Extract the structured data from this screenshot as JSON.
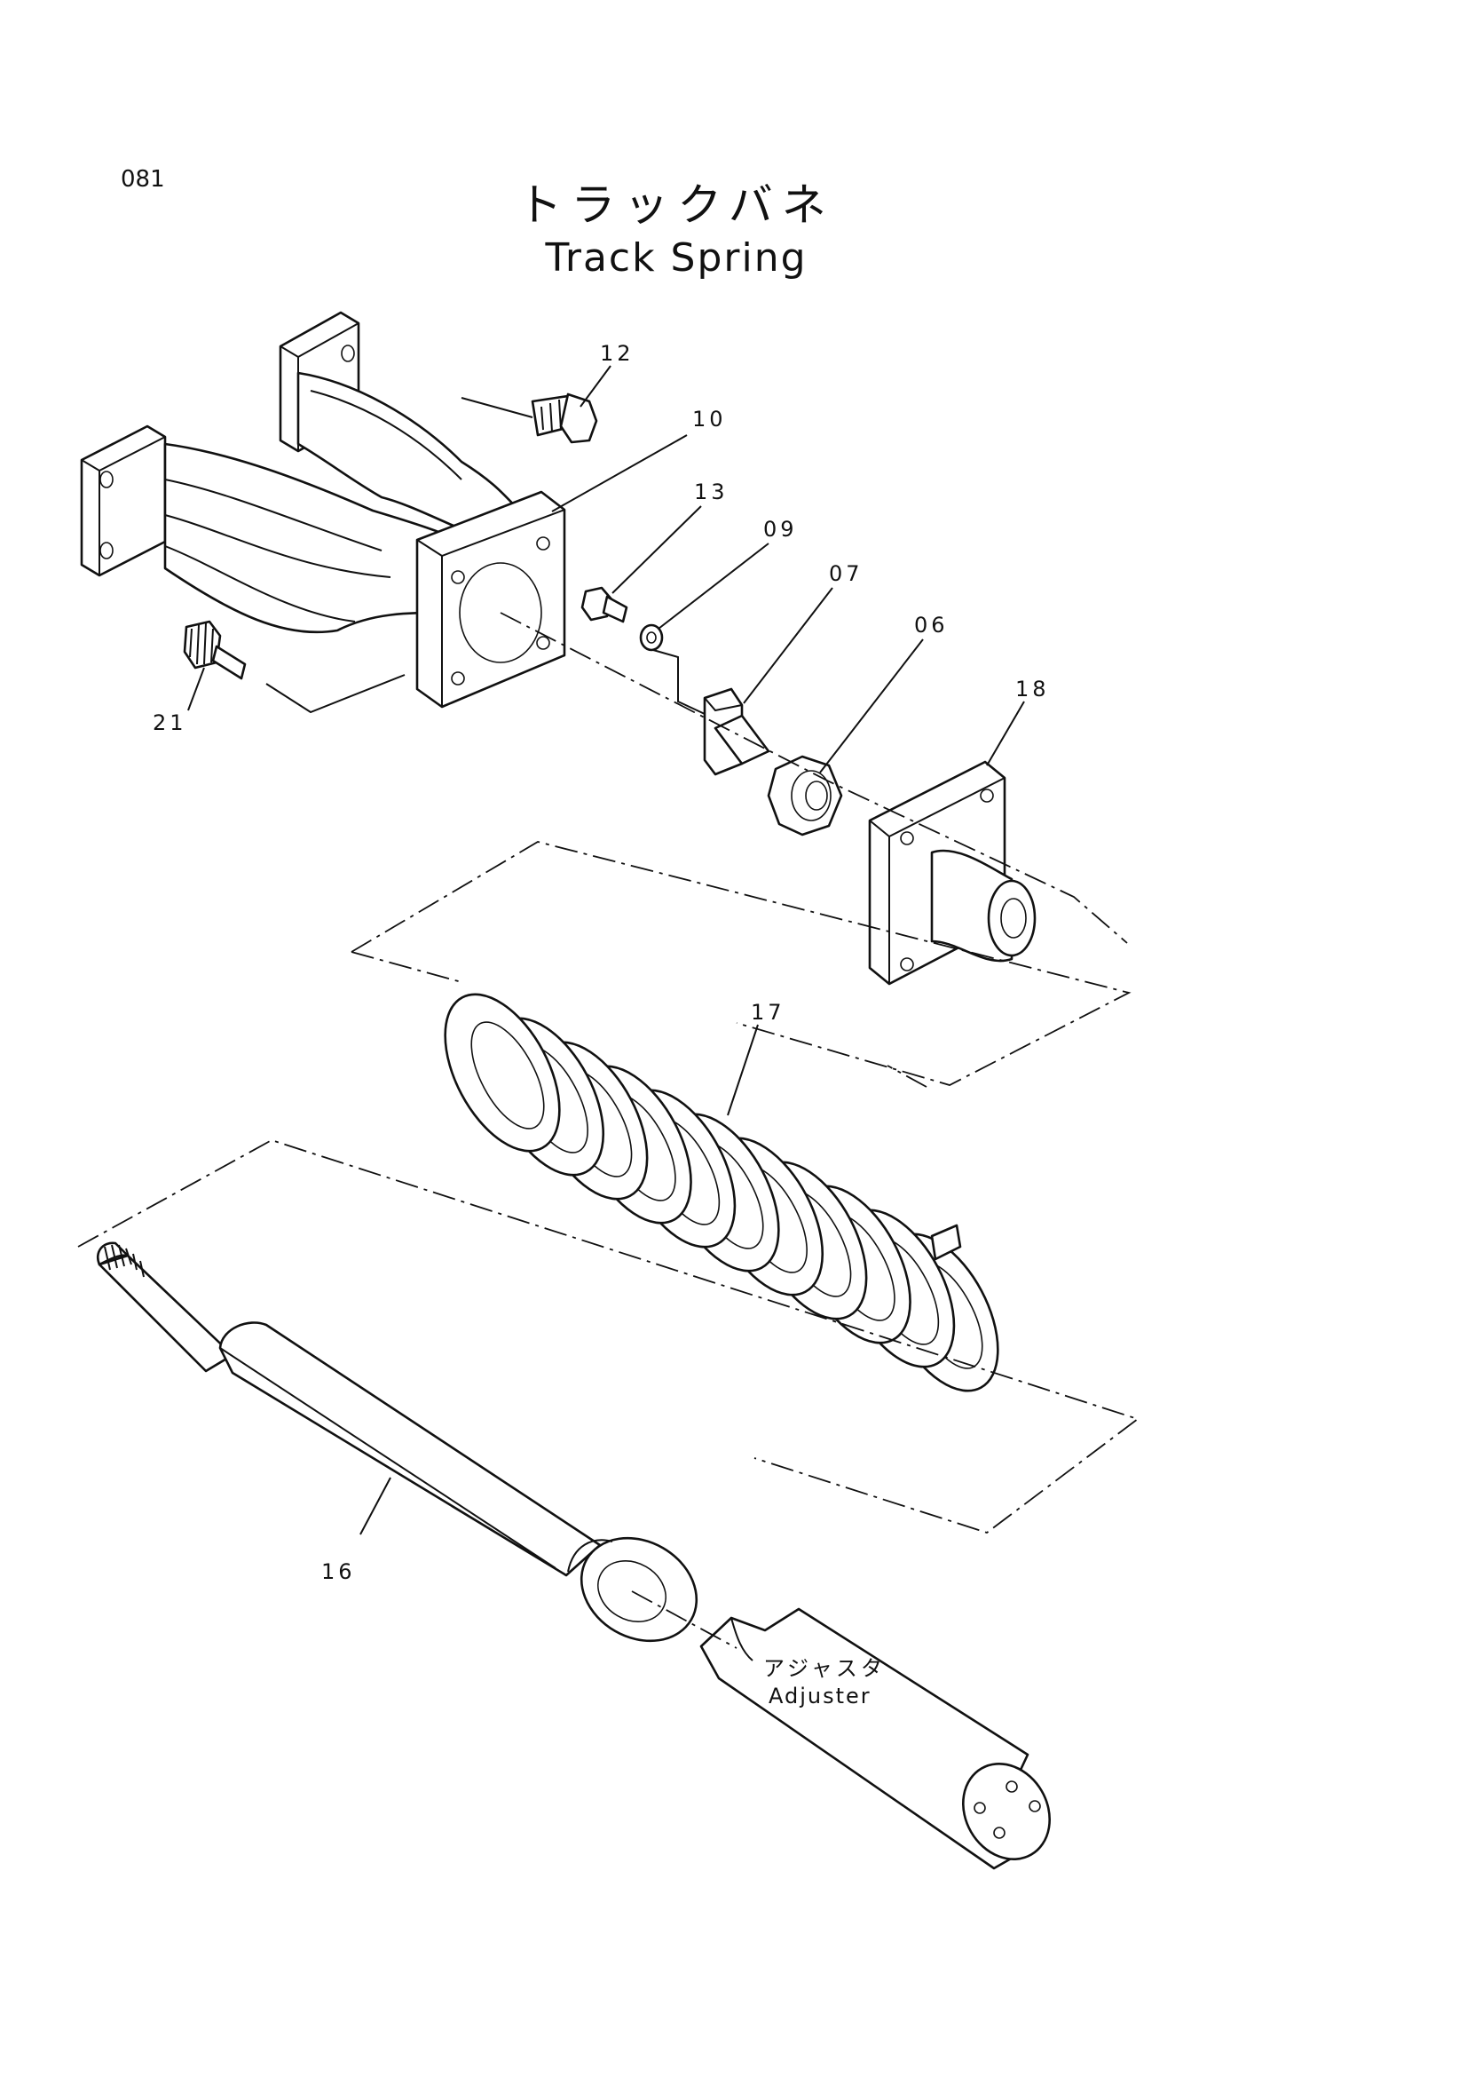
{
  "page": {
    "number": "081",
    "title_jp": "トラックバネ",
    "title_en": "Track Spring"
  },
  "parts": [
    {
      "id": "p12",
      "label": "12"
    },
    {
      "id": "p10",
      "label": "10"
    },
    {
      "id": "p13",
      "label": "13"
    },
    {
      "id": "p09",
      "label": "09"
    },
    {
      "id": "p07",
      "label": "07"
    },
    {
      "id": "p06",
      "label": "06"
    },
    {
      "id": "p18",
      "label": "18"
    },
    {
      "id": "p21",
      "label": "21"
    },
    {
      "id": "p17",
      "label": "17"
    },
    {
      "id": "p16",
      "label": "16"
    }
  ],
  "adjuster": {
    "label_jp": "アジャスタ",
    "label_en": "Adjuster"
  }
}
